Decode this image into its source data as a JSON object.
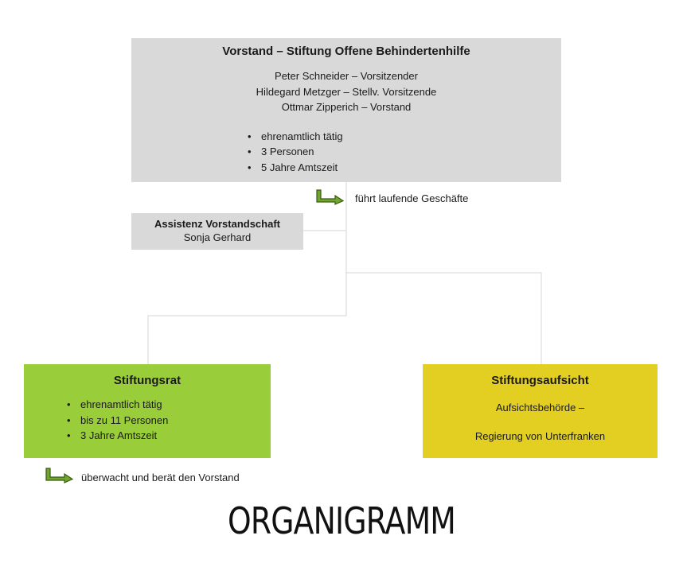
{
  "vorstand": {
    "title": "Vorstand – Stiftung Offene Behindertenhilfe",
    "members": [
      "Peter Schneider – Vorsitzender",
      "Hildegard Metzger – Stellv. Vorsitzende",
      "Ottmar Zipperich – Vorstand"
    ],
    "bullets": [
      "ehrenamtlich tätig",
      "3 Personen",
      "5 Jahre Amtszeit"
    ],
    "annotation": "führt laufende Geschäfte",
    "color": "#d9d9d9"
  },
  "assistenz": {
    "title": "Assistenz Vorstandschaft",
    "name": "Sonja Gerhard",
    "color": "#d9d9d9"
  },
  "stiftungsrat": {
    "title": "Stiftungsrat",
    "bullets": [
      "ehrenamtlich tätig",
      "bis zu 11 Personen",
      "3 Jahre Amtszeit"
    ],
    "annotation": "überwacht und berät den Vorstand",
    "color": "#9acd3a"
  },
  "stiftungsaufsicht": {
    "title": "Stiftungsaufsicht",
    "lines": [
      "Aufsichtsbehörde –",
      "Regierung von Unterfranken"
    ],
    "color": "#e3cf22"
  },
  "page_title": "ORGANIGRAMM",
  "icons": {
    "annotation_arrow": "bent-arrow-right-icon"
  },
  "colors": {
    "arrow_fill": "#70a52e",
    "arrow_stroke": "#3a5a12",
    "connector": "#d4d4d4"
  }
}
